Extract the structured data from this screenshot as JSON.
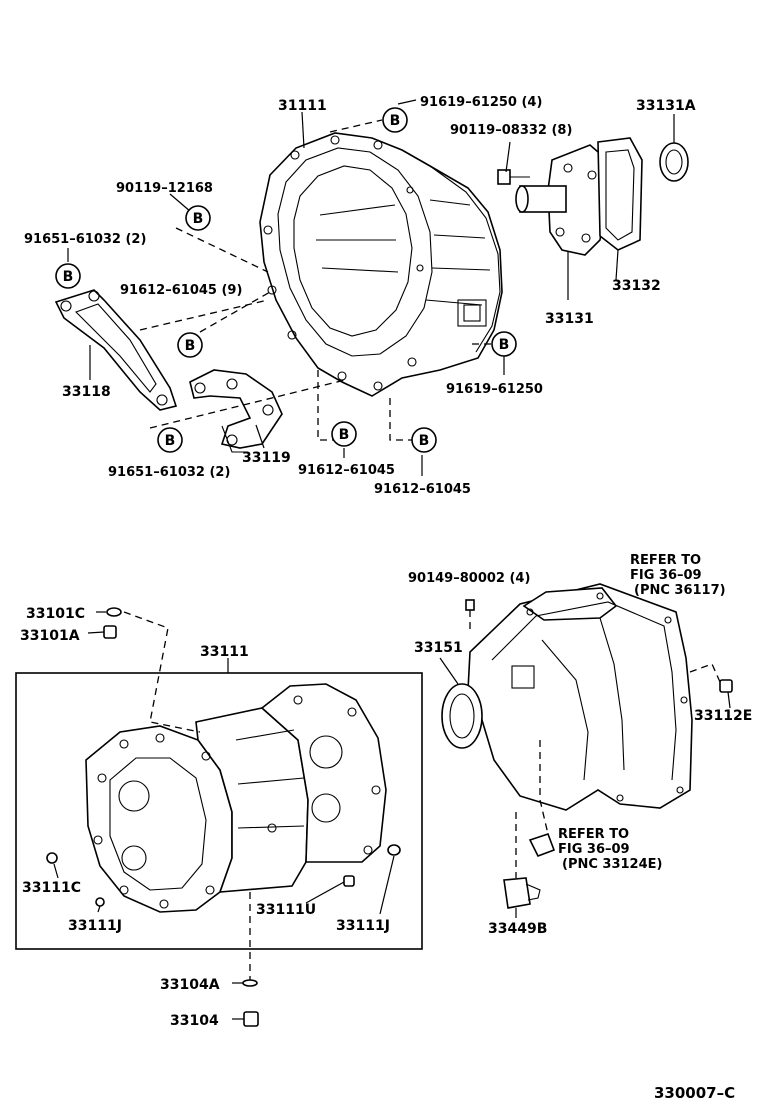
{
  "labels": {
    "p31111": "31111",
    "p91619_61250_4": "91619–61250 (4)",
    "p33131A": "33131A",
    "p90119_08332": "90119–08332 (8)",
    "p90119_12168": "90119–12168",
    "p91651_61032_top": "91651–61032 (2)",
    "p91612_61045_9": "91612–61045 (9)",
    "p33132": "33132",
    "p33131": "33131",
    "p33118": "33118",
    "p91619_61250": "91619–61250",
    "p33119": "33119",
    "p91651_61032_bot": "91651–61032 (2)",
    "p91612_61045_a": "91612–61045",
    "p91612_61045_b": "91612–61045",
    "p90149_80002": "90149–80002 (4)",
    "p33101C": "33101C",
    "p33101A": "33101A",
    "p33111": "33111",
    "p33151": "33151",
    "p33112E": "33112E",
    "p33111C": "33111C",
    "p33111J_left": "33111J",
    "p33111U": "33111U",
    "p33111J_right": "33111J",
    "p33449B": "33449B",
    "p33104A": "33104A",
    "p33104": "33104",
    "diagram_code": "330007–C"
  },
  "notes": {
    "refer_top_1": "REFER TO",
    "refer_top_2": "FIG 36–09",
    "refer_top_3": "(PNC 36117)",
    "refer_bot_1": "REFER TO",
    "refer_bot_2": "FIG 36–09",
    "refer_bot_3": "(PNC 33124E)"
  },
  "marker_letter": "B"
}
